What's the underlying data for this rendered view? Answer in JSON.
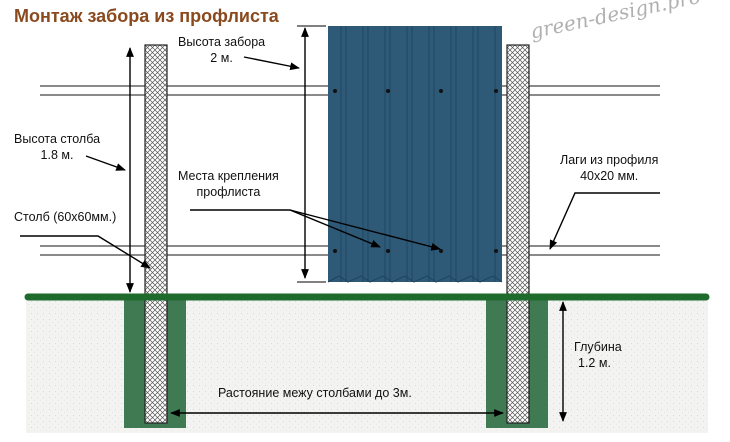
{
  "title": "Монтаж забора из профлиста",
  "watermark": "green-design.pro",
  "labels": {
    "fence_height": [
      "Высота забора",
      "2 м."
    ],
    "post_height": [
      "Высота столба",
      "1.8 м."
    ],
    "post": "Столб (60x60мм.)",
    "fastening": [
      "Места крепления",
      "профлиста"
    ],
    "rails": [
      "Лаги из профиля",
      "40x20 мм."
    ],
    "depth": [
      "Глубина",
      "1.2 м."
    ],
    "spacing": "Растояние межу столбами до 3м."
  },
  "colors": {
    "title": "#8a4a1e",
    "sheet": "#2e5a78",
    "ground_line": "#1f6b2e",
    "concrete": "#3f7a52",
    "soil": "#f3f3f1"
  }
}
